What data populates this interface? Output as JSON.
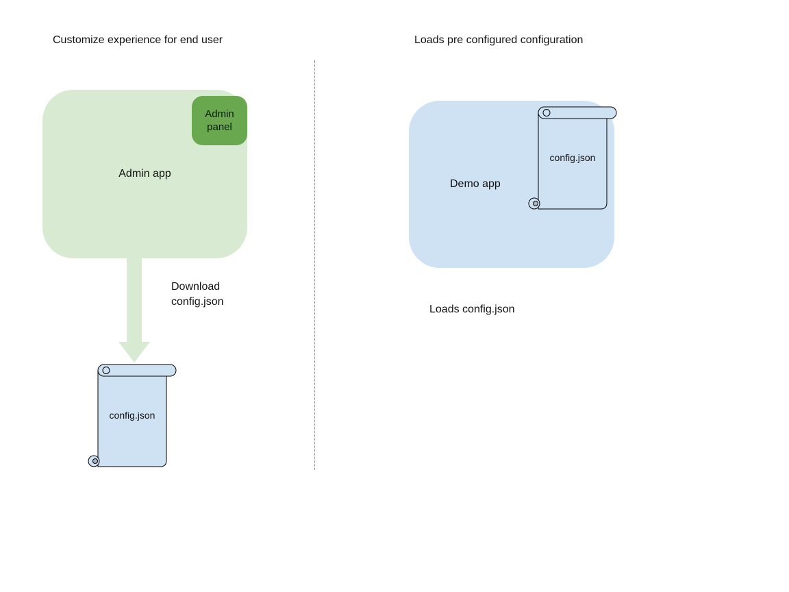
{
  "left": {
    "title": "Customize experience for end user",
    "admin_app": "Admin app",
    "admin_panel": "Admin panel",
    "download_line1": "Download",
    "download_line2": "config.json",
    "config_file": "config.json"
  },
  "right": {
    "title": "Loads pre configured configuration",
    "demo_app": "Demo app",
    "config_file": "config.json",
    "caption": "Loads config.json"
  },
  "colors": {
    "admin_app_fill": "#d9ead3",
    "admin_panel_fill": "#6aa84f",
    "arrow_fill": "#d9ead3",
    "demo_app_fill": "#cfe2f3",
    "document_fill": "#cfe2f3",
    "outline": "#000000"
  }
}
